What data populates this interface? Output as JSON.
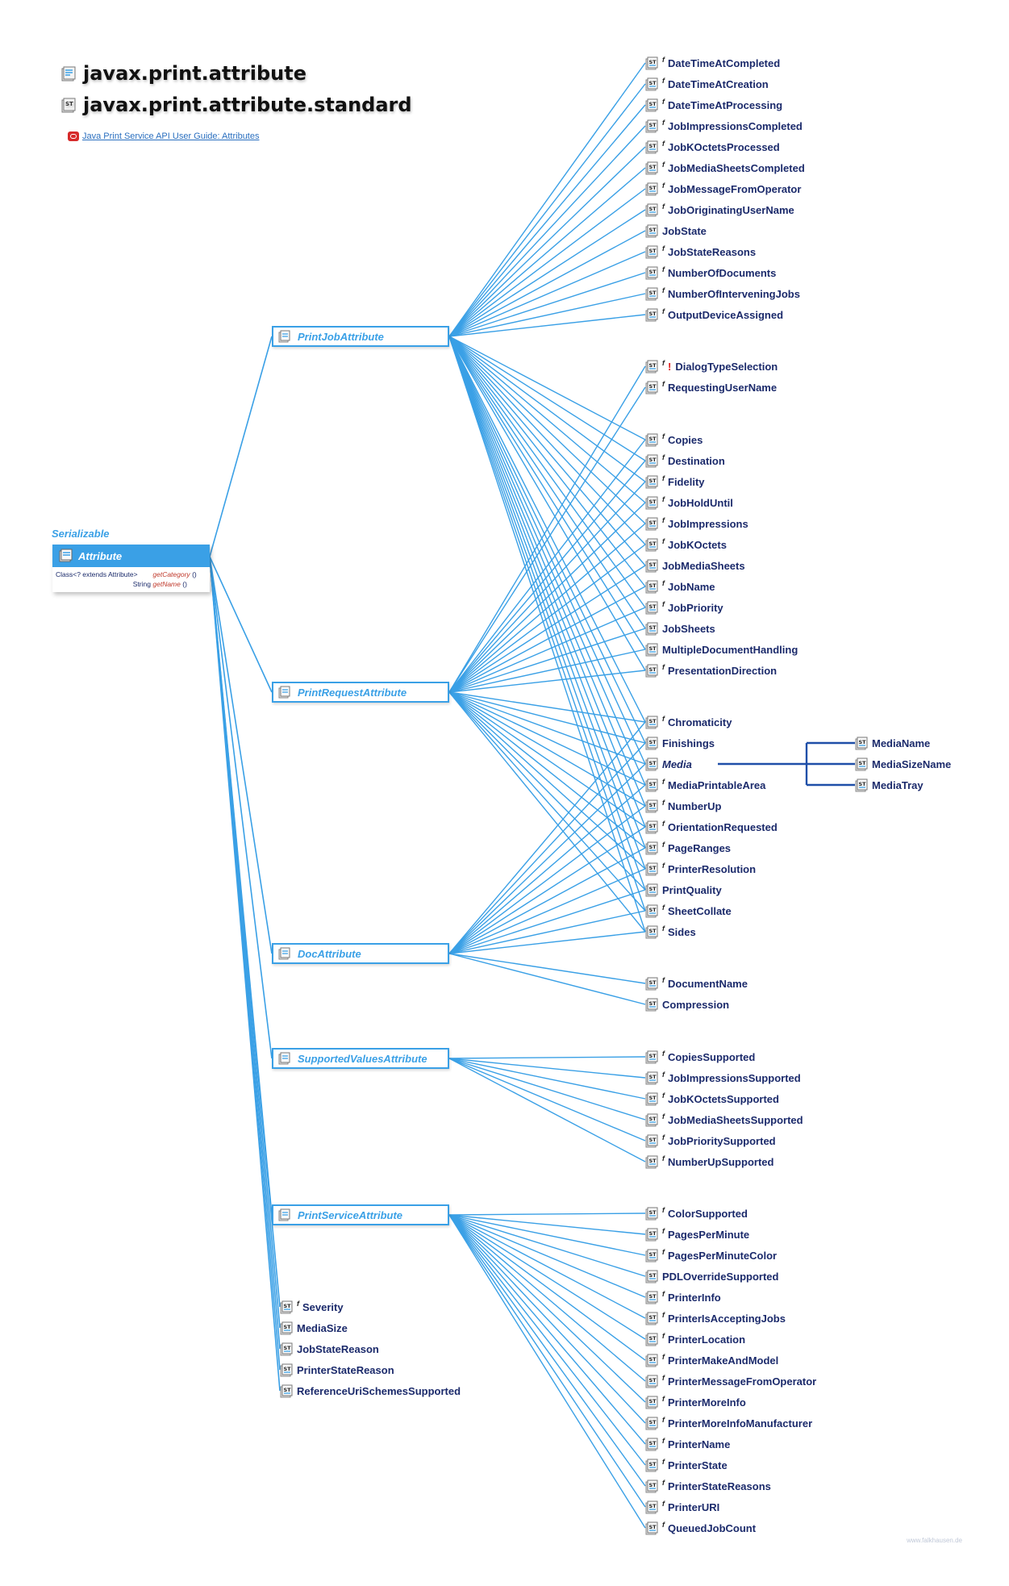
{
  "titles": [
    "javax.print.attribute",
    "javax.print.attribute.standard"
  ],
  "guide_link": "Java Print Service API User Guide: Attributes",
  "superinterface": "Serializable",
  "root": {
    "name": "Attribute",
    "methods": [
      {
        "ret": "Class<? extends Attribute>",
        "name": "getCategory",
        "args": "()"
      },
      {
        "ret": "String",
        "name": "getName",
        "args": "()"
      }
    ]
  },
  "interfaces": [
    {
      "id": "pja",
      "name": "PrintJobAttribute"
    },
    {
      "id": "pra",
      "name": "PrintRequestAttribute"
    },
    {
      "id": "da",
      "name": "DocAttribute"
    },
    {
      "id": "sva",
      "name": "SupportedValuesAttribute"
    },
    {
      "id": "psa",
      "name": "PrintServiceAttribute"
    }
  ],
  "classes": [
    {
      "name": "DateTimeAtCompleted",
      "final": true,
      "parents": [
        "pja"
      ]
    },
    {
      "name": "DateTimeAtCreation",
      "final": true,
      "parents": [
        "pja"
      ]
    },
    {
      "name": "DateTimeAtProcessing",
      "final": true,
      "parents": [
        "pja"
      ]
    },
    {
      "name": "JobImpressionsCompleted",
      "final": true,
      "parents": [
        "pja"
      ]
    },
    {
      "name": "JobKOctetsProcessed",
      "final": true,
      "parents": [
        "pja"
      ]
    },
    {
      "name": "JobMediaSheetsCompleted",
      "final": true,
      "parents": [
        "pja"
      ]
    },
    {
      "name": "JobMessageFromOperator",
      "final": true,
      "parents": [
        "pja"
      ]
    },
    {
      "name": "JobOriginatingUserName",
      "final": true,
      "parents": [
        "pja"
      ]
    },
    {
      "name": "JobState",
      "final": false,
      "parents": [
        "pja"
      ]
    },
    {
      "name": "JobStateReasons",
      "final": true,
      "parents": [
        "pja"
      ]
    },
    {
      "name": "NumberOfDocuments",
      "final": true,
      "parents": [
        "pja"
      ]
    },
    {
      "name": "NumberOfInterveningJobs",
      "final": true,
      "parents": [
        "pja"
      ]
    },
    {
      "name": "OutputDeviceAssigned",
      "final": true,
      "parents": [
        "pja"
      ]
    },
    {
      "name": "DialogTypeSelection",
      "final": true,
      "warn": true,
      "parents": [
        "pra"
      ]
    },
    {
      "name": "RequestingUserName",
      "final": true,
      "parents": [
        "pra"
      ]
    },
    {
      "name": "Copies",
      "final": true,
      "parents": [
        "pja",
        "pra"
      ]
    },
    {
      "name": "Destination",
      "final": true,
      "parents": [
        "pja",
        "pra"
      ]
    },
    {
      "name": "Fidelity",
      "final": true,
      "parents": [
        "pja",
        "pra"
      ]
    },
    {
      "name": "JobHoldUntil",
      "final": true,
      "parents": [
        "pja",
        "pra"
      ]
    },
    {
      "name": "JobImpressions",
      "final": true,
      "parents": [
        "pja",
        "pra"
      ]
    },
    {
      "name": "JobKOctets",
      "final": true,
      "parents": [
        "pja",
        "pra"
      ]
    },
    {
      "name": "JobMediaSheets",
      "final": false,
      "parents": [
        "pja",
        "pra"
      ]
    },
    {
      "name": "JobName",
      "final": true,
      "parents": [
        "pja",
        "pra"
      ]
    },
    {
      "name": "JobPriority",
      "final": true,
      "parents": [
        "pja",
        "pra"
      ]
    },
    {
      "name": "JobSheets",
      "final": false,
      "parents": [
        "pja",
        "pra"
      ]
    },
    {
      "name": "MultipleDocumentHandling",
      "final": false,
      "parents": [
        "pja",
        "pra"
      ]
    },
    {
      "name": "PresentationDirection",
      "final": true,
      "parents": [
        "pja",
        "pra"
      ]
    },
    {
      "name": "Chromaticity",
      "final": true,
      "parents": [
        "pja",
        "pra",
        "da"
      ]
    },
    {
      "name": "Finishings",
      "final": false,
      "parents": [
        "pja",
        "pra",
        "da"
      ]
    },
    {
      "name": "Media",
      "final": false,
      "italic": true,
      "parents": [
        "pja",
        "pra",
        "da"
      ]
    },
    {
      "name": "MediaPrintableArea",
      "final": true,
      "parents": [
        "pja",
        "pra",
        "da"
      ]
    },
    {
      "name": "NumberUp",
      "final": true,
      "parents": [
        "pja",
        "pra",
        "da"
      ]
    },
    {
      "name": "OrientationRequested",
      "final": true,
      "parents": [
        "pja",
        "pra",
        "da"
      ]
    },
    {
      "name": "PageRanges",
      "final": true,
      "parents": [
        "pja",
        "pra",
        "da"
      ]
    },
    {
      "name": "PrinterResolution",
      "final": true,
      "parents": [
        "pja",
        "pra",
        "da"
      ]
    },
    {
      "name": "PrintQuality",
      "final": false,
      "parents": [
        "pja",
        "pra",
        "da"
      ]
    },
    {
      "name": "SheetCollate",
      "final": true,
      "parents": [
        "pja",
        "pra",
        "da"
      ]
    },
    {
      "name": "Sides",
      "final": true,
      "parents": [
        "pja",
        "pra",
        "da"
      ]
    },
    {
      "name": "DocumentName",
      "final": true,
      "parents": [
        "da"
      ]
    },
    {
      "name": "Compression",
      "final": false,
      "parents": [
        "da"
      ]
    },
    {
      "name": "CopiesSupported",
      "final": true,
      "parents": [
        "sva"
      ]
    },
    {
      "name": "JobImpressionsSupported",
      "final": true,
      "parents": [
        "sva"
      ]
    },
    {
      "name": "JobKOctetsSupported",
      "final": true,
      "parents": [
        "sva"
      ]
    },
    {
      "name": "JobMediaSheetsSupported",
      "final": true,
      "parents": [
        "sva"
      ]
    },
    {
      "name": "JobPrioritySupported",
      "final": true,
      "parents": [
        "sva"
      ]
    },
    {
      "name": "NumberUpSupported",
      "final": true,
      "parents": [
        "sva"
      ]
    },
    {
      "name": "ColorSupported",
      "final": true,
      "parents": [
        "psa"
      ]
    },
    {
      "name": "PagesPerMinute",
      "final": true,
      "parents": [
        "psa"
      ]
    },
    {
      "name": "PagesPerMinuteColor",
      "final": true,
      "parents": [
        "psa"
      ]
    },
    {
      "name": "PDLOverrideSupported",
      "final": false,
      "parents": [
        "psa"
      ]
    },
    {
      "name": "PrinterInfo",
      "final": true,
      "parents": [
        "psa"
      ]
    },
    {
      "name": "PrinterIsAcceptingJobs",
      "final": true,
      "parents": [
        "psa"
      ]
    },
    {
      "name": "PrinterLocation",
      "final": true,
      "parents": [
        "psa"
      ]
    },
    {
      "name": "PrinterMakeAndModel",
      "final": true,
      "parents": [
        "psa"
      ]
    },
    {
      "name": "PrinterMessageFromOperator",
      "final": true,
      "parents": [
        "psa"
      ]
    },
    {
      "name": "PrinterMoreInfo",
      "final": true,
      "parents": [
        "psa"
      ]
    },
    {
      "name": "PrinterMoreInfoManufacturer",
      "final": true,
      "parents": [
        "psa"
      ]
    },
    {
      "name": "PrinterName",
      "final": true,
      "parents": [
        "psa"
      ]
    },
    {
      "name": "PrinterState",
      "final": true,
      "parents": [
        "psa"
      ]
    },
    {
      "name": "PrinterStateReasons",
      "final": true,
      "parents": [
        "psa"
      ]
    },
    {
      "name": "PrinterURI",
      "final": true,
      "parents": [
        "psa"
      ]
    },
    {
      "name": "QueuedJobCount",
      "final": true,
      "parents": [
        "psa"
      ]
    }
  ],
  "media_subclasses": [
    "MediaName",
    "MediaSizeName",
    "MediaTray"
  ],
  "direct_classes": [
    {
      "name": "Severity",
      "final": true
    },
    {
      "name": "MediaSize",
      "final": false
    },
    {
      "name": "JobStateReason",
      "final": false
    },
    {
      "name": "PrinterStateReason",
      "final": false
    },
    {
      "name": "ReferenceUriSchemesSupported",
      "final": false
    }
  ],
  "colors": {
    "edge": "#3aa0e6",
    "media_edge": "#1f4fa8",
    "node_text": "#1b2a6b",
    "final_marker": "#222222",
    "warn": "#e02020"
  },
  "watermark": "www.falkhausen.de"
}
